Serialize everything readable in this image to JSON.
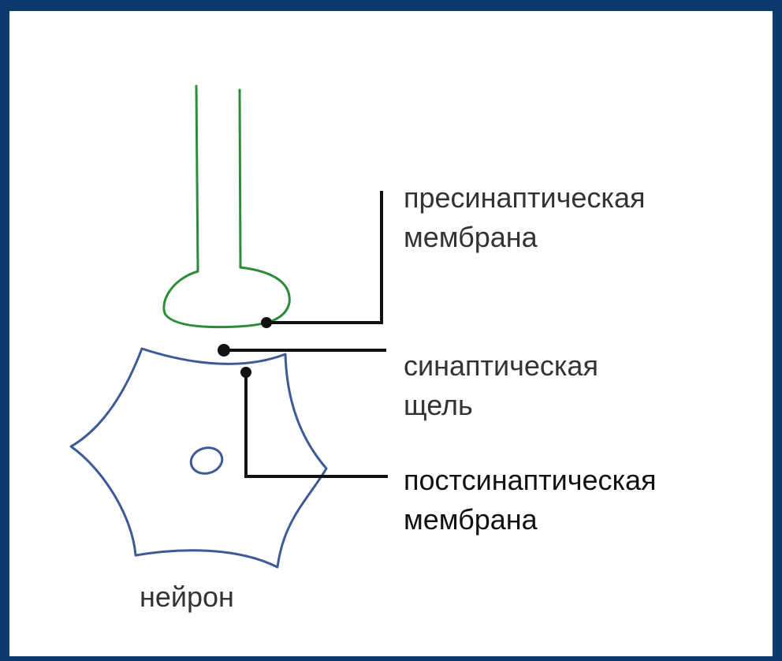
{
  "labels": {
    "presynaptic": [
      "пресинаптическая",
      "мембрана"
    ],
    "cleft": [
      "синаптическая",
      "щель"
    ],
    "postsynaptic": [
      "постсинаптическая",
      "мембрана"
    ],
    "neuron": "нейрон"
  },
  "colors": {
    "frame": "#0b3a6e",
    "axon": "#2e8b3a",
    "neuron": "#3d5a96",
    "leader": "#111111"
  }
}
